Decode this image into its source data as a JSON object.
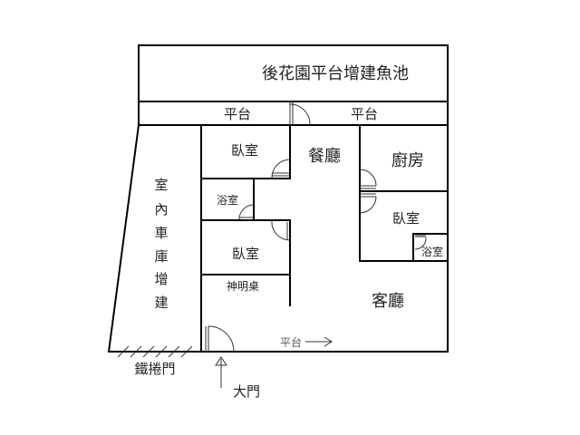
{
  "labels": {
    "garden": "後花園平台增建魚池",
    "platform_left": "平台",
    "platform_right": "平台",
    "bedroom_1": "臥室",
    "dining": "餐廳",
    "kitchen": "廚房",
    "bathroom_1": "浴室",
    "bedroom_3": "臥室",
    "bedroom_2": "臥室",
    "bathroom_2": "浴室",
    "altar": "神明桌",
    "living": "客廳",
    "platform_arrow": "平台",
    "garage": [
      "室",
      "內",
      "車",
      "庫",
      "增",
      "建"
    ],
    "rolling_door": "鐵捲門",
    "main_door": "大門"
  }
}
